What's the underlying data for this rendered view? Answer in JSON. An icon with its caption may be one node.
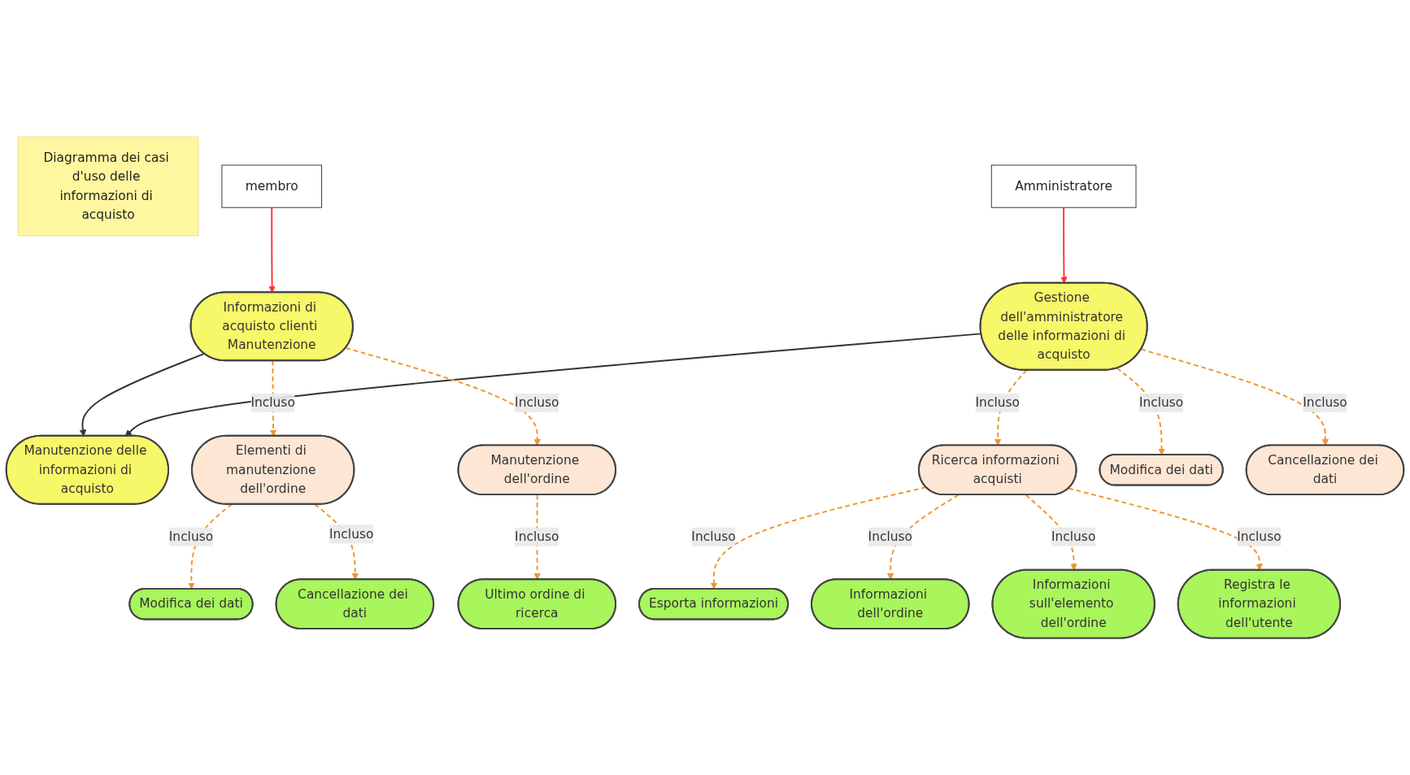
{
  "diagram": {
    "nodes": [
      {
        "text": [
          "Diagramma dei casi d'uso delle informazioni di acquisto"
        ]
      },
      {
        "text": [
          "membro"
        ]
      },
      {
        "text": [
          "Manutenzione delle informazioni di acquisto"
        ]
      },
      {
        "text": [
          "Amministratore"
        ]
      },
      {
        "text": [
          "Informazioni di acquisto clienti Manutenzione"
        ]
      },
      {
        "text": [
          "Gestione dell'amministratore delle informazioni di acquisto"
        ]
      },
      {
        "text": [
          "Elementi di manutenzione dell'ordine"
        ]
      },
      {
        "text": [
          "Manutenzione dell'ordine"
        ]
      },
      {
        "text": [
          "Ricerca informazioni acquisti"
        ]
      },
      {
        "text": [
          "Modifica dei dati"
        ]
      },
      {
        "text": [
          "Cancellazione dei dati"
        ]
      },
      {
        "text": [
          "Modifica dei dati"
        ]
      },
      {
        "text": [
          "Cancellazione dei dati"
        ]
      },
      {
        "text": [
          "Ultimo ordine di ricerca"
        ]
      },
      {
        "text": [
          "Esporta informazioni"
        ]
      },
      {
        "text": [
          "Informazioni dell'ordine"
        ]
      },
      {
        "text": [
          "Informazioni sull'elemento dell'ordine"
        ]
      },
      {
        "text": [
          "Registra le informazioni dell'utente"
        ]
      }
    ],
    "edges": [
      {
        "from": 1,
        "to": 4,
        "arrow": "to",
        "color": "#ff3333"
      },
      {
        "from": 3,
        "to": 5,
        "arrow": "to",
        "color": "#ff3333"
      },
      {
        "from": 4,
        "to": 2,
        "arrow": "to",
        "color": "#333333"
      },
      {
        "from": 5,
        "to": 2,
        "arrow": "to",
        "color": "#333333"
      },
      {
        "from": 4,
        "to": 6,
        "arrow": "to",
        "label": "Incluso",
        "style": "dashed"
      },
      {
        "from": 4,
        "to": 7,
        "arrow": "to",
        "label": "Incluso",
        "style": "dashed"
      },
      {
        "from": 5,
        "to": 8,
        "arrow": "to",
        "label": "Incluso",
        "style": "dashed"
      },
      {
        "from": 5,
        "to": 9,
        "arrow": "to",
        "label": "Incluso",
        "style": "dashed"
      },
      {
        "from": 5,
        "to": 10,
        "arrow": "to",
        "label": "Incluso",
        "style": "dashed"
      },
      {
        "from": 6,
        "to": 11,
        "arrow": "to",
        "label": "Incluso",
        "style": "dashed"
      },
      {
        "from": 6,
        "to": 12,
        "arrow": "to",
        "label": "Incluso",
        "style": "dashed"
      },
      {
        "from": 7,
        "to": 13,
        "arrow": "to",
        "label": "Incluso",
        "style": "dashed"
      },
      {
        "from": 8,
        "to": 14,
        "arrow": "to",
        "label": "Incluso",
        "style": "dashed"
      },
      {
        "from": 8,
        "to": 15,
        "arrow": "to",
        "label": "Incluso",
        "style": "dashed"
      },
      {
        "from": 8,
        "to": 16,
        "arrow": "to",
        "label": "Incluso",
        "style": "dashed"
      },
      {
        "from": 8,
        "to": 17,
        "arrow": "to",
        "label": "Incluso",
        "style": "dashed"
      }
    ]
  }
}
